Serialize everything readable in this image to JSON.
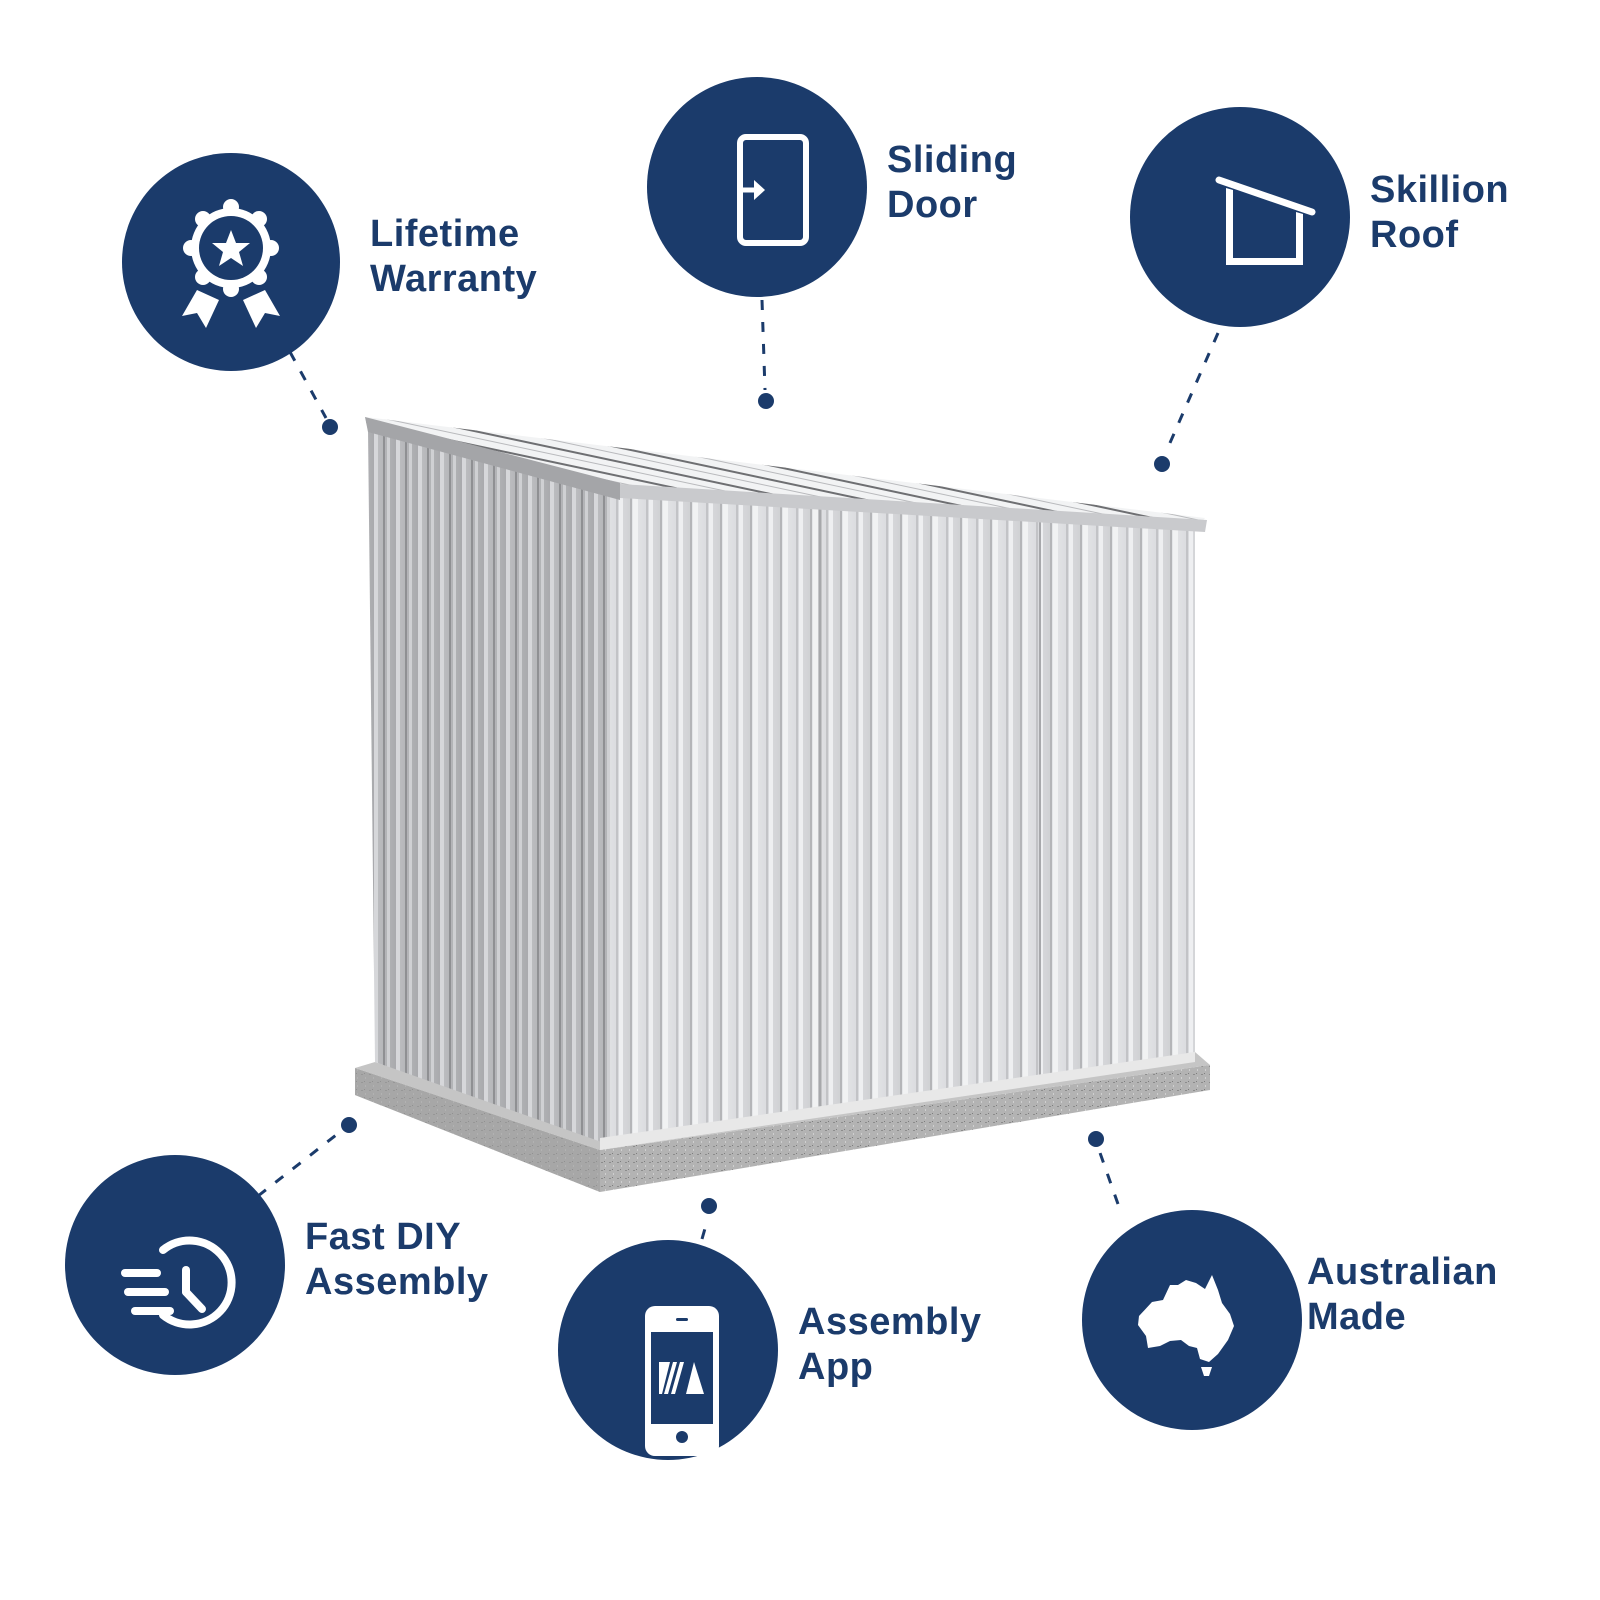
{
  "colors": {
    "brand_navy": "#1b3b6b",
    "background": "#ffffff",
    "icon_white": "#ffffff",
    "shed_zincalume": "#d9dadc",
    "concrete_slab": "#a9a9a9"
  },
  "product": {
    "name": "shed",
    "image_alt": "Skillion roof garden shed on concrete slab"
  },
  "features": [
    {
      "id": "lifetime-warranty",
      "icon": "award-ribbon-star-icon",
      "line1": "Lifetime",
      "line2": "Warranty"
    },
    {
      "id": "sliding-door",
      "icon": "sliding-door-icon",
      "line1": "Sliding",
      "line2": "Door"
    },
    {
      "id": "skillion-roof",
      "icon": "skillion-roof-house-icon",
      "line1": "Skillion",
      "line2": "Roof"
    },
    {
      "id": "fast-diy-assembly",
      "icon": "fast-clock-icon",
      "line1": "Fast DIY",
      "line2": "Assembly"
    },
    {
      "id": "assembly-app",
      "icon": "smartphone-app-icon",
      "line1": "Assembly",
      "line2": "App"
    },
    {
      "id": "australian-made",
      "icon": "australia-map-icon",
      "line1": "Australian",
      "line2": "Made"
    }
  ]
}
